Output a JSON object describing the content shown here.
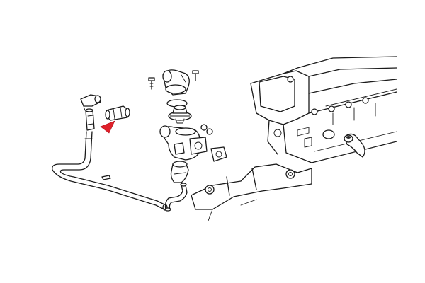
{
  "figure": {
    "kind": "exploded parts diagram",
    "line_color": "#1a1a1a",
    "background": "#ffffff",
    "highlight_color": "#e0202a"
  },
  "parts": [
    {
      "id": "bypass-hose-tee-upper"
    },
    {
      "id": "bypass-hose-short"
    },
    {
      "id": "bypass-hose-long-lower"
    },
    {
      "id": "hose-highlighted"
    },
    {
      "id": "thermostat-cover-upper"
    },
    {
      "id": "cover-bolt"
    },
    {
      "id": "cover-gasket-ring"
    },
    {
      "id": "thermostat"
    },
    {
      "id": "thermostat-housing"
    },
    {
      "id": "housing-flange-gasket"
    },
    {
      "id": "small-fittings"
    },
    {
      "id": "elbow-hose"
    },
    {
      "id": "lower-hose"
    },
    {
      "id": "engine-block-bracket"
    },
    {
      "id": "cylinder-head"
    },
    {
      "id": "o-ring"
    },
    {
      "id": "water-pipe-fitting"
    },
    {
      "id": "small-clip"
    }
  ],
  "pointer": {
    "icon": "red-arrow-icon",
    "target": "hose-highlighted"
  }
}
